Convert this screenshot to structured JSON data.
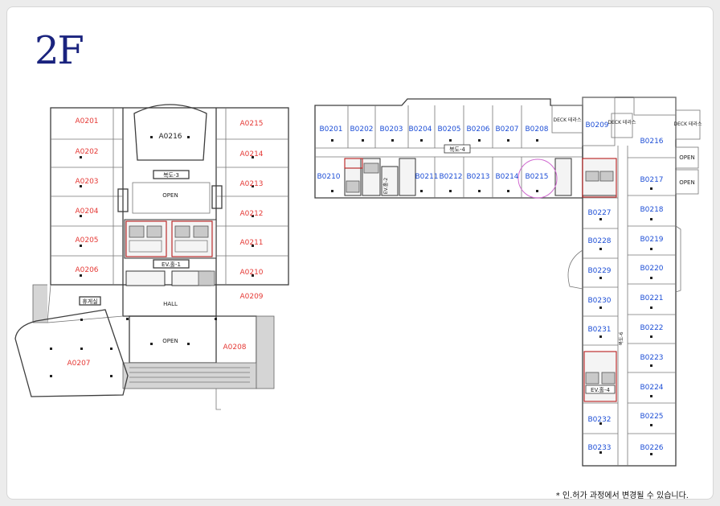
{
  "floor": "2F",
  "note": "* 인.허가 과정에서 변경될 수 있습니다.",
  "zone_a": {
    "units": [
      "A0201",
      "A0202",
      "A0203",
      "A0204",
      "A0205",
      "A0206",
      "A0207",
      "A0208",
      "A0209",
      "A0210",
      "A0211",
      "A0212",
      "A0213",
      "A0214",
      "A0215",
      "A0216"
    ],
    "labels": {
      "corridor": "복도-3",
      "open_top": "OPEN",
      "ev_hall": "EV.홀-1",
      "hall": "HALL",
      "lounge": "휴게실",
      "open_bottom": "OPEN"
    }
  },
  "zone_b": {
    "units": [
      "B0201",
      "B0202",
      "B0203",
      "B0204",
      "B0205",
      "B0206",
      "B0207",
      "B0208",
      "B0209",
      "B0210",
      "B0211",
      "B0212",
      "B0213",
      "B0214",
      "B0215",
      "B0216",
      "B0217",
      "B0218",
      "B0219",
      "B0220",
      "B0221",
      "B0222",
      "B0223",
      "B0224",
      "B0225",
      "B0226",
      "B0227",
      "B0228",
      "B0229",
      "B0230",
      "B0231",
      "B0232",
      "B0233"
    ],
    "labels": {
      "corridor_4": "복도-4",
      "corridor_6": "복도-6",
      "ev_hall_2": "EV.홀-2",
      "ev_hall_4": "EV.홀-4",
      "deck_1": "DECK 테라스",
      "deck_2": "DECK 테라스",
      "deck_3": "DECK 테라스",
      "open_1": "OPEN",
      "open_2": "OPEN"
    }
  }
}
